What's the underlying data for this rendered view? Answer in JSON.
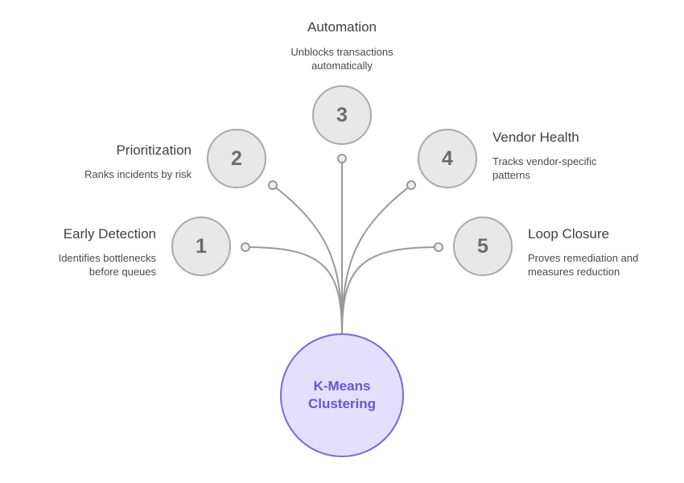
{
  "hub": {
    "line1": "K-Means",
    "line2": "Clustering"
  },
  "steps": [
    {
      "number": "1",
      "title": "Early Detection",
      "desc_lines": [
        "Identifies bottlenecks",
        "before queues"
      ]
    },
    {
      "number": "2",
      "title": "Prioritization",
      "desc_lines": [
        "Ranks incidents by risk"
      ]
    },
    {
      "number": "3",
      "title": "Automation",
      "desc_lines": [
        "Unblocks transactions",
        "automatically"
      ]
    },
    {
      "number": "4",
      "title": "Vendor Health",
      "desc_lines": [
        "Tracks vendor-specific",
        "patterns"
      ]
    },
    {
      "number": "5",
      "title": "Loop Closure",
      "desc_lines": [
        "Proves remediation and",
        "measures reduction"
      ]
    }
  ],
  "colors": {
    "hub_fill": "#e4dffc",
    "hub_stroke": "#7b68d9",
    "hub_text": "#6a55cf",
    "step_fill": "#e8e8e8",
    "step_stroke": "#a9a9a9",
    "connector": "#999999"
  }
}
